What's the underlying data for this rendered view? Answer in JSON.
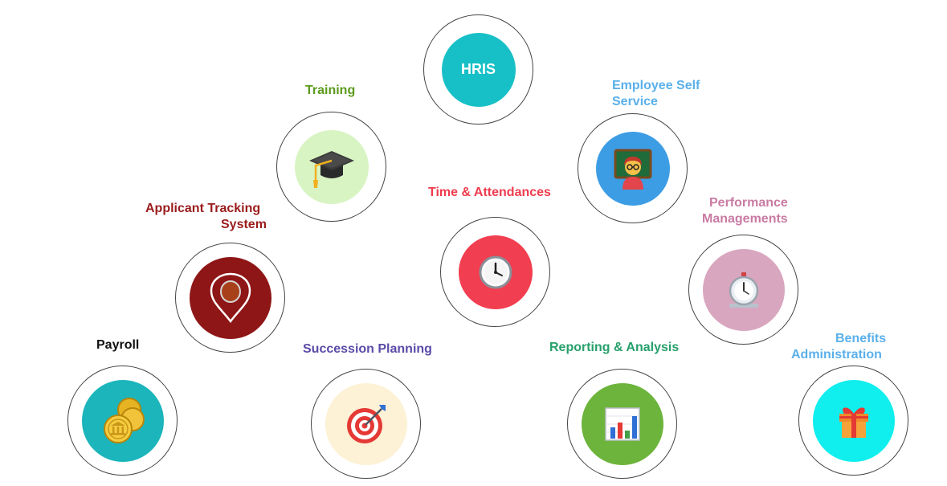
{
  "center": {
    "label": "HRIS",
    "disc_color": "#17c0c6"
  },
  "modules": {
    "training": {
      "label": "Training",
      "label_color": "#5b9a1c",
      "disc_color": "#d8f4c2",
      "icon": "graduation-cap-icon"
    },
    "employee_self_service": {
      "label_line1": "Employee Self",
      "label_line2": "Service",
      "label_color": "#5ab0ea",
      "disc_color": "#3d9de4",
      "icon": "teacher-icon"
    },
    "time_attendances": {
      "label": "Time & Attendances",
      "label_color": "#ee3c4e",
      "disc_color": "#f13e50",
      "icon": "clock-icon"
    },
    "applicant_tracking": {
      "label_line1": "Applicant Tracking",
      "label_line2": "System",
      "label_color": "#9a1c1c",
      "disc_color": "#8e1616",
      "icon": "location-pin-icon"
    },
    "performance": {
      "label_line1": "Performance",
      "label_line2": "Managements",
      "label_color": "#c97ba3",
      "disc_color": "#d9a6bf",
      "icon": "timer-clock-icon"
    },
    "payroll": {
      "label": "Payroll",
      "label_color": "#111111",
      "disc_color": "#1bb5bb",
      "icon": "coins-icon"
    },
    "succession": {
      "label": "Succession Planning",
      "label_color": "#5b4aa8",
      "disc_color": "#fdf1d6",
      "icon": "target-icon"
    },
    "reporting": {
      "label": "Reporting & Analysis",
      "label_color": "#27a06b",
      "disc_color": "#6cb43c",
      "icon": "bar-chart-icon"
    },
    "benefits": {
      "label_line1": "Benefits",
      "label_line2": "Administration",
      "label_color": "#5ab0ea",
      "disc_color": "#10eeee",
      "icon": "gift-icon"
    }
  }
}
